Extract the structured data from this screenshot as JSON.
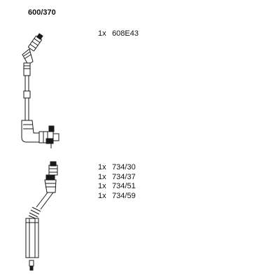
{
  "set_number": "600/370",
  "groups": [
    {
      "items": [
        {
          "qty": "1x",
          "code": "608E43"
        }
      ]
    },
    {
      "items": [
        {
          "qty": "1x",
          "code": "734/30"
        },
        {
          "qty": "1x",
          "code": "734/37"
        },
        {
          "qty": "1x",
          "code": "734/51"
        },
        {
          "qty": "1x",
          "code": "734/59"
        }
      ]
    }
  ]
}
